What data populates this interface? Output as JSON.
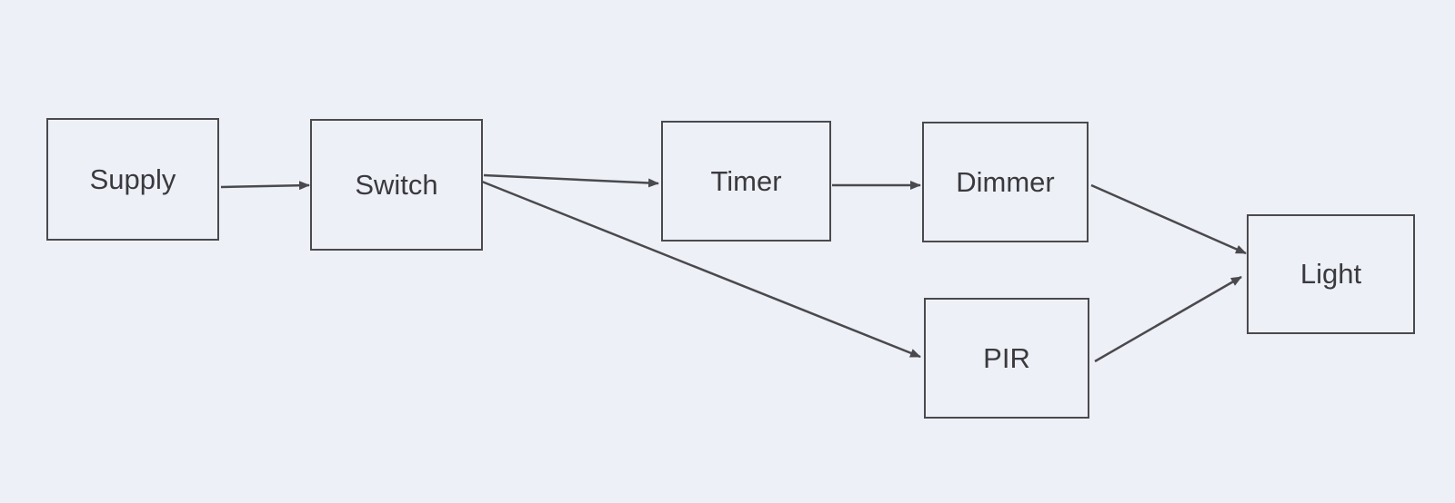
{
  "nodes": {
    "supply": "Supply",
    "switch": "Switch",
    "timer": "Timer",
    "dimmer": "Dimmer",
    "pir": "PIR",
    "light": "Light"
  },
  "edges": [
    [
      "Supply",
      "Switch"
    ],
    [
      "Switch",
      "Timer"
    ],
    [
      "Switch",
      "PIR"
    ],
    [
      "Timer",
      "Dimmer"
    ],
    [
      "Dimmer",
      "Light"
    ],
    [
      "PIR",
      "Light"
    ]
  ]
}
